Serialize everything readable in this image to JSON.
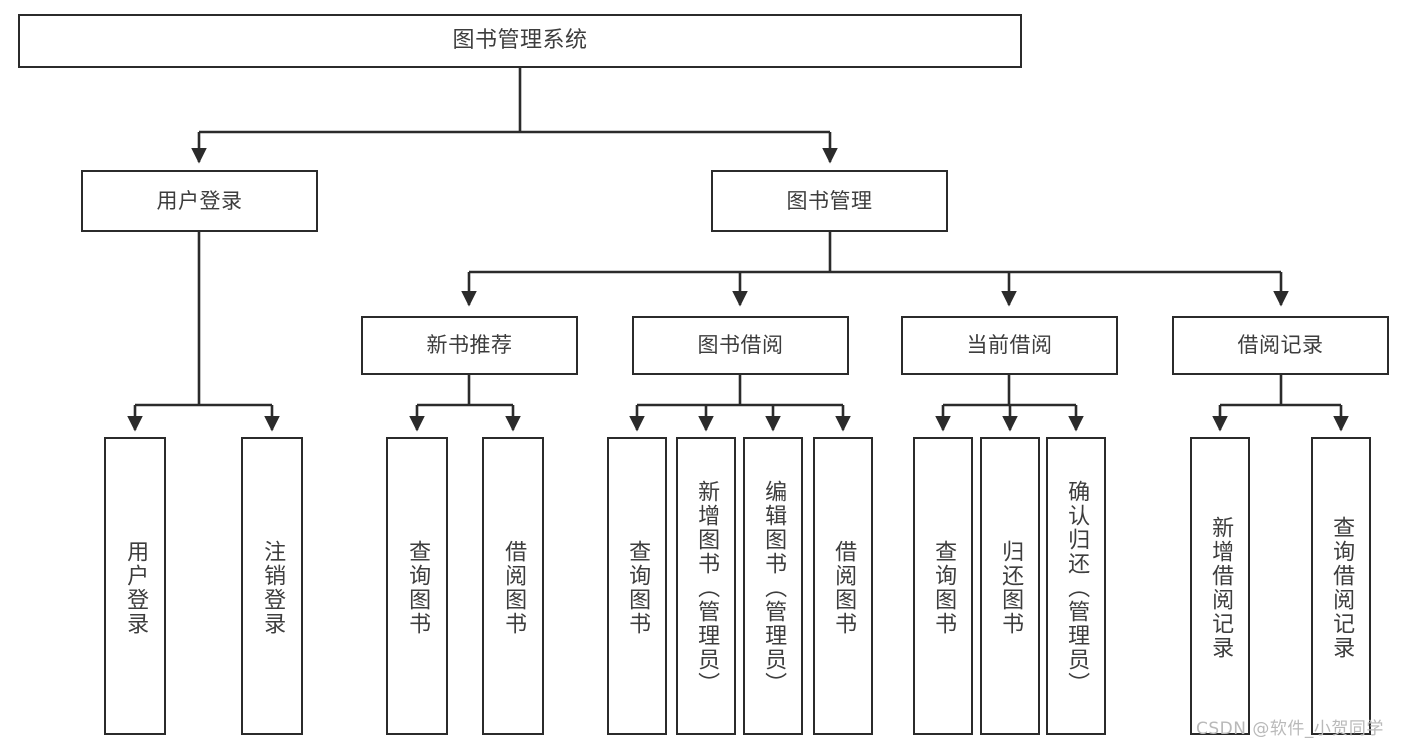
{
  "diagram": {
    "title": "图书管理系统",
    "type": "tree-hierarchy-chart",
    "watermark": "CSDN @软件_小贺同学",
    "colors": {
      "box_border": "#2b2b2b",
      "box_fill": "#ffffff",
      "text": "#3d3d3d",
      "edge": "#2b2b2b",
      "watermark": "#b9b9b9",
      "background": "#ffffff"
    },
    "root": {
      "label": "图书管理系统"
    },
    "level2": [
      {
        "label": "用户登录"
      },
      {
        "label": "图书管理"
      }
    ],
    "level3": [
      {
        "label": "新书推荐"
      },
      {
        "label": "图书借阅"
      },
      {
        "label": "当前借阅"
      },
      {
        "label": "借阅记录"
      }
    ],
    "leaves": {
      "user_login": [
        {
          "label": "用户登录"
        },
        {
          "label": "注销登录"
        }
      ],
      "new_book_recommend": [
        {
          "label": "查询图书"
        },
        {
          "label": "借阅图书"
        }
      ],
      "book_borrow": [
        {
          "label": "查询图书"
        },
        {
          "label": "新增图书（管理员）"
        },
        {
          "label": "编辑图书（管理员）"
        },
        {
          "label": "借阅图书"
        }
      ],
      "current_borrow": [
        {
          "label": "查询图书"
        },
        {
          "label": "归还图书"
        },
        {
          "label": "确认归还（管理员）"
        }
      ],
      "borrow_record": [
        {
          "label": "新增借阅记录"
        },
        {
          "label": "查询借阅记录"
        }
      ]
    }
  }
}
